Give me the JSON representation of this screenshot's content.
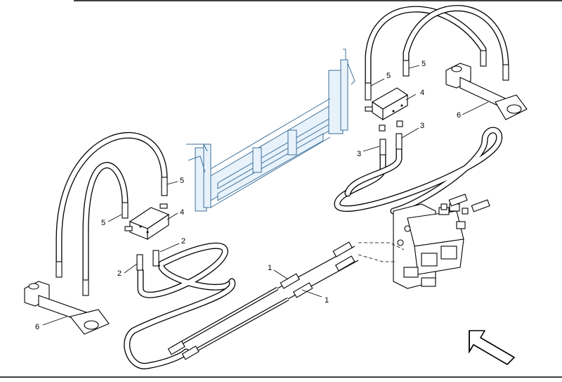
{
  "callouts": {
    "c1a": "1",
    "c1b": "1",
    "c2a": "2",
    "c2b": "2",
    "c3a": "3",
    "c3b": "3",
    "c4a": "4",
    "c4b": "4",
    "c5a": "5",
    "c5b": "5",
    "c5c": "5",
    "c5d": "5",
    "c6a": "6",
    "c6b": "6"
  },
  "icons": {
    "direction_arrow": "direction-arrow-icon"
  },
  "colors": {
    "line": "#000000",
    "machine_frame": "#3b6f98",
    "machine_fill": "#e8f2fb"
  }
}
